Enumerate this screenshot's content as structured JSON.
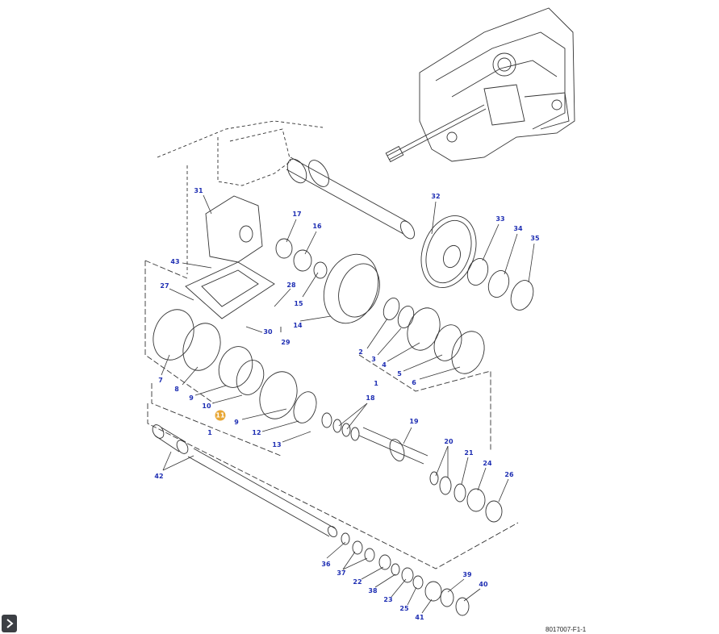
{
  "figure_id": "8017007-F1-1",
  "selected_callout": "11",
  "colors": {
    "callout": "#1f2fb3",
    "selected_bg": "#e8a735",
    "line": "#333333",
    "button_bg": "#3c3f44"
  },
  "icons": {
    "expand": "chevron-right-icon"
  },
  "callouts": [
    "31",
    "17",
    "16",
    "32",
    "33",
    "34",
    "35",
    "43",
    "27",
    "28",
    "15",
    "14",
    "30",
    "29",
    "2",
    "3",
    "4",
    "5",
    "1",
    "6",
    "7",
    "8",
    "9",
    "10",
    "11",
    "9",
    "1",
    "12",
    "13",
    "18",
    "19",
    "20",
    "21",
    "24",
    "26",
    "42",
    "36",
    "37",
    "22",
    "38",
    "23",
    "25",
    "41",
    "39",
    "40"
  ]
}
